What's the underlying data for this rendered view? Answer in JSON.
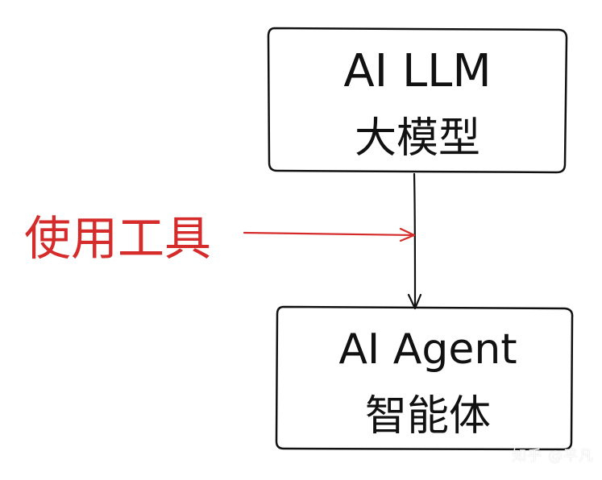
{
  "nodes": {
    "llm": {
      "line1": "AI LLM",
      "line2": "大模型"
    },
    "agent": {
      "line1": "AI Agent",
      "line2": "智能体"
    }
  },
  "edge_label": "使用工具",
  "watermark": "知乎 @平凡",
  "colors": {
    "stroke": "#111111",
    "label": "#d62b2b",
    "background": "#ffffff"
  }
}
